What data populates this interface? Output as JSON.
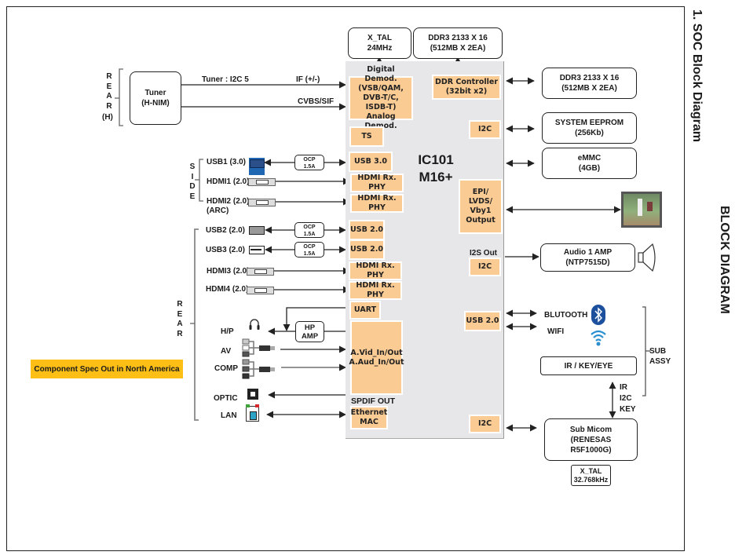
{
  "page": {
    "section_title": "1. SOC Block Diagram",
    "chapter_title": "BLOCK DIAGRAM"
  },
  "soc": {
    "name": "IC101\nM16+",
    "blocks": {
      "demod": "Digital Demod.\n(VSB/QAM,\nDVB-T/C, ISDB-T)\nAnalog Demod.",
      "ts": "TS",
      "usb30": "USB 3.0",
      "hdmi_rx_1": "HDMI Rx. PHY",
      "hdmi_rx_2": "HDMI Rx. PHY",
      "usb20_1": "USB 2.0",
      "usb20_2": "USB 2.0",
      "hdmi_rx_3": "HDMI Rx. PHY",
      "hdmi_rx_4": "HDMI Rx. PHY",
      "uart": "UART",
      "av_io": "A.Vid_In/Out\nA.Aud_In/Out",
      "spdif_label": "SPDIF OUT",
      "ethernet": "Ethernet\nMAC",
      "ddr_ctrl": "DDR Controller\n(32bit x2)",
      "i2c_eeprom": "I2C",
      "panel_out": "EPI/\nLVDS/\nVby1\nOutput",
      "i2s_label": "I2S Out",
      "i2c_audio": "I2C",
      "usb20_wireless": "USB 2.0",
      "i2c_micom": "I2C"
    }
  },
  "top_blocks": {
    "xtal": "X_TAL\n24MHz",
    "ddr_top": "DDR3 2133 X 16\n(512MB X 2EA)"
  },
  "tuner": {
    "group_label": "REAR\n(H)",
    "box": "Tuner\n(H-NIM)",
    "line1_left": "Tuner : I2C 5",
    "line1_right": "IF (+/-)",
    "line2_right": "CVBS/SIF"
  },
  "side_group": {
    "label": "SIDE",
    "ports": [
      {
        "name": "USB1 (3.0)",
        "ocp": "OCP\n1.5A"
      },
      {
        "name": "HDMI1 (2.0)"
      },
      {
        "name": "HDMI2 (2.0)\n(ARC)"
      }
    ]
  },
  "rear_group": {
    "label": "REAR",
    "ports": [
      {
        "name": "USB2 (2.0)",
        "ocp": "OCP\n1.5A"
      },
      {
        "name": "USB3 (2.0)",
        "ocp": "OCP\n1.5A"
      },
      {
        "name": "HDMI3 (2.0)"
      },
      {
        "name": "HDMI4 (2.0)"
      },
      {
        "name": "H/P"
      },
      {
        "name": "AV"
      },
      {
        "name": "COMP"
      },
      {
        "name": "OPTIC"
      },
      {
        "name": "LAN"
      }
    ],
    "hp_amp": "HP\nAMP"
  },
  "note": "Component Spec Out in North America",
  "right_blocks": {
    "ddr": "DDR3  2133 X 16\n(512MB X 2EA)",
    "eeprom": "SYSTEM EEPROM\n(256Kb)",
    "emmc": "eMMC\n(4GB)",
    "audio_amp": "Audio 1 AMP\n(NTP7515D)",
    "bluetooth": "BLUTOOTH",
    "wifi": "WIFI",
    "ir_key_eye": "IR / KEY/EYE",
    "sub_assy": "SUB\nASSY",
    "ir_i2c_key": "IR\nI2C\nKEY",
    "sub_micom": "Sub Micom\n(RENESAS\nR5F1000G)",
    "sub_xtal": "X_TAL\n32.768kHz"
  }
}
